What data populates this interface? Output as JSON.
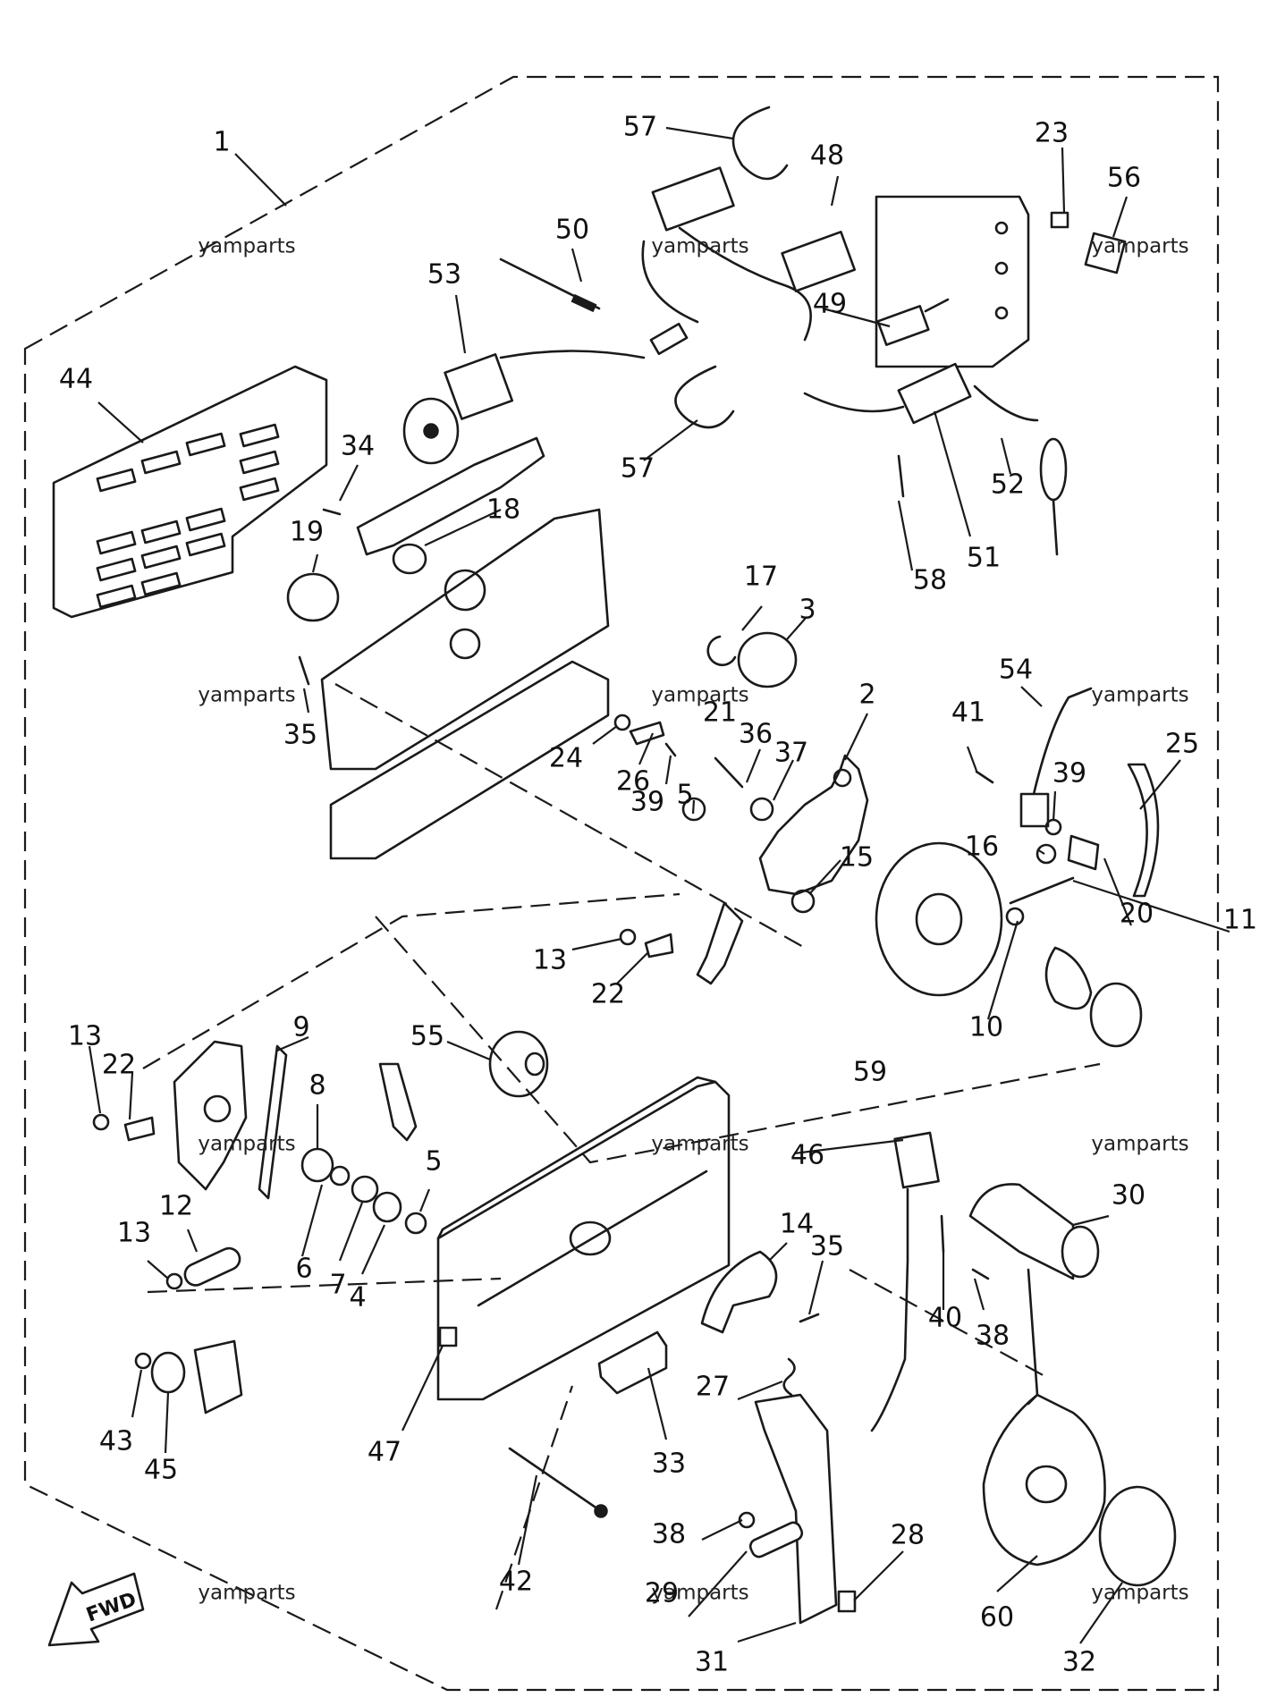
{
  "watermark_text": "yamparts",
  "fwd_label": "FWD",
  "colors": {
    "line": "#1a1a1a",
    "background": "#ffffff"
  },
  "callouts": [
    {
      "id": "c1",
      "text": "1"
    },
    {
      "id": "c57a",
      "text": "57"
    },
    {
      "id": "c48",
      "text": "48"
    },
    {
      "id": "c23",
      "text": "23"
    },
    {
      "id": "c56",
      "text": "56"
    },
    {
      "id": "c50",
      "text": "50"
    },
    {
      "id": "c53",
      "text": "53"
    },
    {
      "id": "c49",
      "text": "49"
    },
    {
      "id": "c44",
      "text": "44"
    },
    {
      "id": "c34",
      "text": "34"
    },
    {
      "id": "c57b",
      "text": "57"
    },
    {
      "id": "c52",
      "text": "52"
    },
    {
      "id": "c18",
      "text": "18"
    },
    {
      "id": "c19",
      "text": "19"
    },
    {
      "id": "c58",
      "text": "58"
    },
    {
      "id": "c51",
      "text": "51"
    },
    {
      "id": "c17",
      "text": "17"
    },
    {
      "id": "c3",
      "text": "3"
    },
    {
      "id": "c35a",
      "text": "35"
    },
    {
      "id": "c54",
      "text": "54"
    },
    {
      "id": "c2",
      "text": "2"
    },
    {
      "id": "c41",
      "text": "41"
    },
    {
      "id": "c21",
      "text": "21"
    },
    {
      "id": "c36",
      "text": "36"
    },
    {
      "id": "c24",
      "text": "24"
    },
    {
      "id": "c37",
      "text": "37"
    },
    {
      "id": "c25",
      "text": "25"
    },
    {
      "id": "c26",
      "text": "26"
    },
    {
      "id": "c39a",
      "text": "39"
    },
    {
      "id": "c39b",
      "text": "39"
    },
    {
      "id": "c5a",
      "text": "5"
    },
    {
      "id": "c16",
      "text": "16"
    },
    {
      "id": "c15",
      "text": "15"
    },
    {
      "id": "c20",
      "text": "20"
    },
    {
      "id": "c11",
      "text": "11"
    },
    {
      "id": "c13a",
      "text": "13"
    },
    {
      "id": "c22a",
      "text": "22"
    },
    {
      "id": "c10",
      "text": "10"
    },
    {
      "id": "c13b",
      "text": "13"
    },
    {
      "id": "c9",
      "text": "9"
    },
    {
      "id": "c55",
      "text": "55"
    },
    {
      "id": "c22b",
      "text": "22"
    },
    {
      "id": "c59",
      "text": "59"
    },
    {
      "id": "c8",
      "text": "8"
    },
    {
      "id": "c46",
      "text": "46"
    },
    {
      "id": "c5b",
      "text": "5"
    },
    {
      "id": "c30",
      "text": "30"
    },
    {
      "id": "c12",
      "text": "12"
    },
    {
      "id": "c14",
      "text": "14"
    },
    {
      "id": "c35b",
      "text": "35"
    },
    {
      "id": "c13c",
      "text": "13"
    },
    {
      "id": "c6",
      "text": "6"
    },
    {
      "id": "c7",
      "text": "7"
    },
    {
      "id": "c4",
      "text": "4"
    },
    {
      "id": "c40",
      "text": "40"
    },
    {
      "id": "c38a",
      "text": "38"
    },
    {
      "id": "c27",
      "text": "27"
    },
    {
      "id": "c43",
      "text": "43"
    },
    {
      "id": "c45",
      "text": "45"
    },
    {
      "id": "c47",
      "text": "47"
    },
    {
      "id": "c33",
      "text": "33"
    },
    {
      "id": "c42",
      "text": "42"
    },
    {
      "id": "c38b",
      "text": "38"
    },
    {
      "id": "c28",
      "text": "28"
    },
    {
      "id": "c29",
      "text": "29"
    },
    {
      "id": "c60",
      "text": "60"
    },
    {
      "id": "c31",
      "text": "31"
    },
    {
      "id": "c32",
      "text": "32"
    }
  ]
}
